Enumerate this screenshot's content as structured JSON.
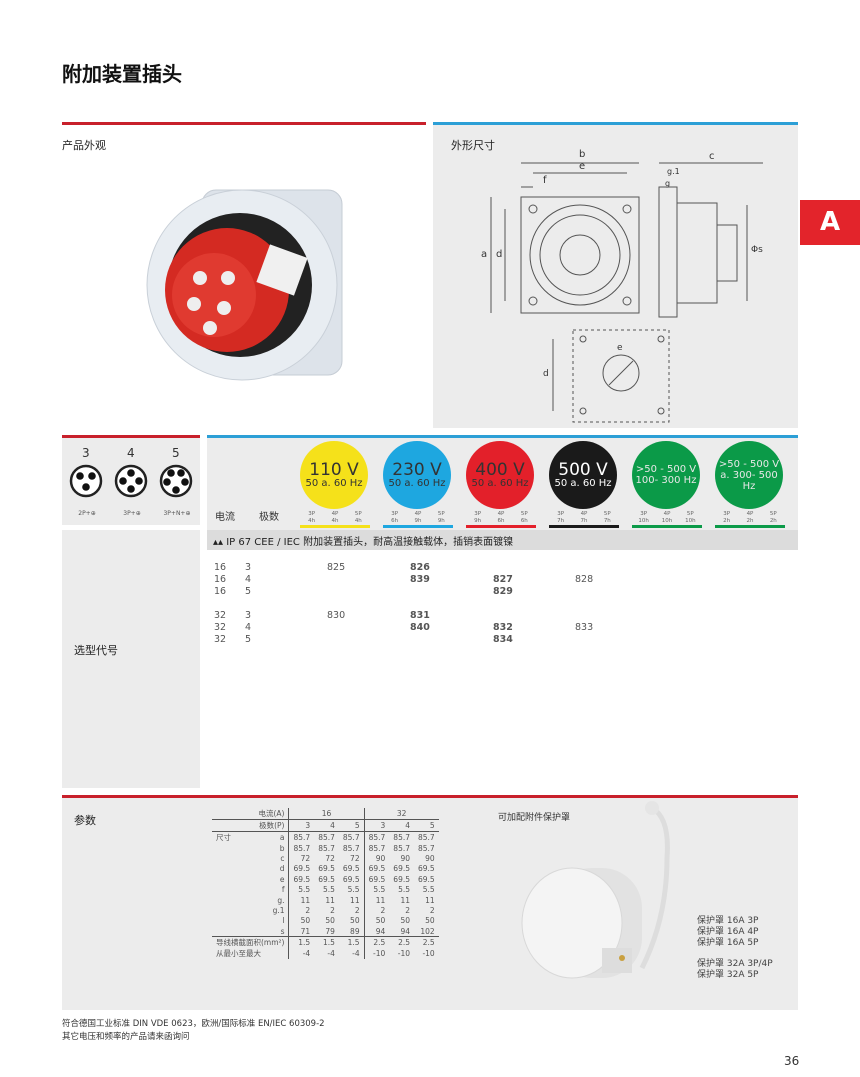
{
  "title": "附加装置插头",
  "appearance_label": "产品外观",
  "dimensions_label": "外形尺寸",
  "section_tab": "A",
  "dim_letters": {
    "a": "a",
    "b": "b",
    "c": "c",
    "d": "d",
    "e": "e",
    "f": "f",
    "g": "g",
    "g1": "g.1",
    "s": "Φs"
  },
  "pins": [
    {
      "count": "3",
      "label": "2P+⊕"
    },
    {
      "count": "4",
      "label": "3P+⊕"
    },
    {
      "count": "5",
      "label": "3P+N+⊕"
    }
  ],
  "current_label": "电流",
  "poles_label": "极数",
  "voltages": [
    {
      "v": "110 V",
      "hz": "50 a. 60 Hz",
      "color": "#f5e11a",
      "text": "#333",
      "sub": [
        [
          "3P",
          "4h"
        ],
        [
          "4P",
          "4h"
        ],
        [
          "5P",
          "4h"
        ]
      ]
    },
    {
      "v": "230 V",
      "hz": "50 a. 60 Hz",
      "color": "#1ea7e0",
      "text": "#333",
      "sub": [
        [
          "3P",
          "6h"
        ],
        [
          "4P",
          "9h"
        ],
        [
          "5P",
          "9h"
        ]
      ]
    },
    {
      "v": "400 V",
      "hz": "50 a. 60 Hz",
      "color": "#e3202a",
      "text": "#333",
      "sub": [
        [
          "3P",
          "9h"
        ],
        [
          "4P",
          "6h"
        ],
        [
          "5P",
          "6h"
        ]
      ]
    },
    {
      "v": "500 V",
      "hz": "50 a. 60 Hz",
      "color": "#1a1a1a",
      "text": "#fff",
      "sub": [
        [
          "3P",
          "7h"
        ],
        [
          "4P",
          "7h"
        ],
        [
          "5P",
          "7h"
        ]
      ]
    },
    {
      "v": ">50 - 500 V",
      "hz": "100- 300 Hz",
      "color": "#0b9a48",
      "text": "#e8e8e8",
      "sub": [
        [
          "3P",
          "10h"
        ],
        [
          "4P",
          "10h"
        ],
        [
          "5P",
          "10h"
        ]
      ]
    },
    {
      "v": ">50 - 500 V",
      "hz": "a. 300- 500 Hz",
      "color": "#0b9a48",
      "text": "#e8e8e8",
      "sub": [
        [
          "3P",
          "2h"
        ],
        [
          "4P",
          "2h"
        ],
        [
          "5P",
          "2h"
        ]
      ]
    }
  ],
  "product_line": "IP 67 CEE / IEC 附加装置插头，耐高温接触载体，插销表面镀镍",
  "selection_label": "选型代号",
  "codes": [
    {
      "a": "16",
      "p": "3",
      "c110": "825",
      "c230": "826",
      "c400": "",
      "c500": ""
    },
    {
      "a": "16",
      "p": "4",
      "c110": "",
      "c230": "839",
      "c400": "827",
      "c500": "828"
    },
    {
      "a": "16",
      "p": "5",
      "c110": "",
      "c230": "",
      "c400": "829",
      "c500": ""
    },
    {
      "a": "32",
      "p": "3",
      "c110": "830",
      "c230": "831",
      "c400": "",
      "c500": ""
    },
    {
      "a": "32",
      "p": "4",
      "c110": "",
      "c230": "840",
      "c400": "832",
      "c500": "833"
    },
    {
      "a": "32",
      "p": "5",
      "c110": "",
      "c230": "",
      "c400": "834",
      "c500": ""
    }
  ],
  "params_label": "参数",
  "params": {
    "current_label": "电流(A)",
    "poles_label": "极数(P)",
    "size_label": "尺寸",
    "currents": [
      "16",
      "32"
    ],
    "poles": [
      "3",
      "4",
      "5",
      "3",
      "4",
      "5"
    ],
    "rows": [
      [
        "a",
        "85.7",
        "85.7",
        "85.7",
        "85.7",
        "85.7",
        "85.7"
      ],
      [
        "b",
        "85.7",
        "85.7",
        "85.7",
        "85.7",
        "85.7",
        "85.7"
      ],
      [
        "c",
        "72",
        "72",
        "72",
        "90",
        "90",
        "90"
      ],
      [
        "d",
        "69.5",
        "69.5",
        "69.5",
        "69.5",
        "69.5",
        "69.5"
      ],
      [
        "e",
        "69.5",
        "69.5",
        "69.5",
        "69.5",
        "69.5",
        "69.5"
      ],
      [
        "f",
        "5.5",
        "5.5",
        "5.5",
        "5.5",
        "5.5",
        "5.5"
      ],
      [
        "g.",
        "11",
        "11",
        "11",
        "11",
        "11",
        "11"
      ],
      [
        "g.1",
        "2",
        "2",
        "2",
        "2",
        "2",
        "2"
      ],
      [
        "l",
        "50",
        "50",
        "50",
        "50",
        "50",
        "50"
      ],
      [
        "s",
        "71",
        "79",
        "89",
        "94",
        "94",
        "102"
      ]
    ],
    "wire_label": "导线横截面积(mm²)",
    "wire": [
      "1.5",
      "1.5",
      "1.5",
      "2.5",
      "2.5",
      "2.5"
    ],
    "range_label": "从最小至最大",
    "range": [
      "-4",
      "-4",
      "-4",
      "-10",
      "-10",
      "-10"
    ]
  },
  "accessory_title": "可加配附件保护罩",
  "accessories": [
    "保护罩 16A 3P",
    "保护罩 16A 4P",
    "保护罩 16A 5P",
    "保护罩 32A 3P/4P",
    "保护罩 32A 5P"
  ],
  "footer": [
    "符合德国工业标准 DIN VDE 0623，欧洲/国际标准 EN/IEC 60309-2",
    "其它电压和频率的产品请来函询问"
  ],
  "page_number": "36"
}
